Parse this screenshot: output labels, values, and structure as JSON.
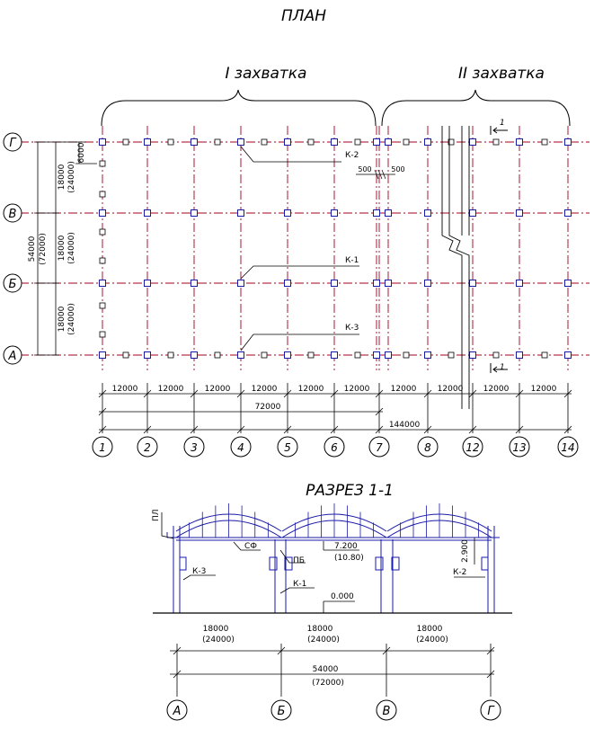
{
  "plan": {
    "title": "ПЛАН",
    "stage1": "I захватка",
    "stage2": "II захватка",
    "row_axes": [
      "Г",
      "В",
      "Б",
      "А"
    ],
    "col_axes": [
      "1",
      "2",
      "3",
      "4",
      "5",
      "6",
      "7",
      "8",
      "12",
      "13",
      "14"
    ],
    "bay_dims": [
      "12000",
      "12000",
      "12000",
      "12000",
      "12000",
      "12000",
      "12000",
      "12000",
      "12000",
      "12000"
    ],
    "total_stage1": "72000",
    "total_all": "144000",
    "span_dims": [
      "18000",
      "(24000)"
    ],
    "end_bay_dim": "6000",
    "total_width": [
      "54000",
      "(72000)"
    ],
    "joint_gaps": [
      "500",
      "500"
    ],
    "labels": {
      "k1": "К-1",
      "k2": "К-2",
      "k3": "К-3"
    },
    "section_mark": "1"
  },
  "section": {
    "title": "РАЗРЕЗ 1-1",
    "axes": [
      "А",
      "Б",
      "В",
      "Г"
    ],
    "span_dims": [
      [
        "18000",
        "(24000)"
      ],
      [
        "18000",
        "(24000)"
      ],
      [
        "18000",
        "(24000)"
      ]
    ],
    "total_dims": [
      "54000",
      "(72000)"
    ],
    "level_top": "7.200",
    "level_top_alt": "(10.80)",
    "level_zero": "0.000",
    "height_dim": "2.900",
    "labels": {
      "k1": "К-1",
      "k2": "К-2",
      "k3": "К-3",
      "pb": "ПБ",
      "sf": "СФ",
      "pl": "ПЛ"
    }
  },
  "colors": {
    "line": "#000000",
    "axis": "#a0001e",
    "steel": "#1a1aa8"
  }
}
